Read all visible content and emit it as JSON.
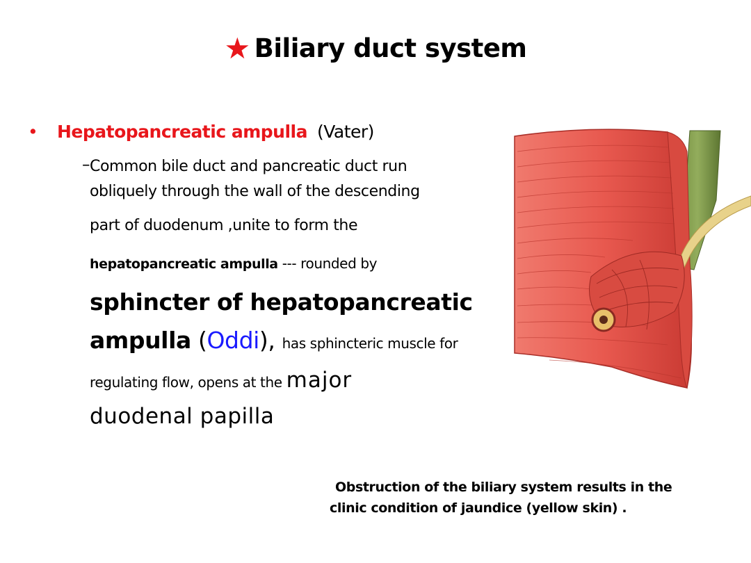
{
  "slide": {
    "title": "Biliary duct system",
    "star_icon_color": "#e8161b",
    "bullet": {
      "marker": "•",
      "term": "Hepatopancreatic ampulla",
      "paren": "(Vater)"
    },
    "sub": {
      "dash": "–",
      "line1": "Common bile duct and pancreatic duct run",
      "line2": "obliquely through the wall of the descending",
      "line3": "part of duodenum  ,unite to form the",
      "line4_bold": "hepatopancreatic ampulla",
      "line4_rest": " --- rounded by",
      "line5": "sphincter of hepatopancreatic",
      "line6_bold": "ampulla",
      "line6_open": " (",
      "line6_blue": "Oddi",
      "line6_close": "), ",
      "line6_small": "has sphincteric muscle for",
      "line7_small": "regulating flow, opens at the ",
      "line7_big": "major",
      "line8": "duodenal papilla"
    },
    "note": {
      "line1": "Obstruction of the biliary system results in the",
      "line2": "clinic condition of jaundice (yellow skin) ."
    },
    "colors": {
      "accent_red": "#e8161b",
      "link_blue": "#1a1aff",
      "muscle_red": "#e8594f",
      "bile_duct_green": "#7f9a4a",
      "pancreatic_duct_yellow": "#e8d28a"
    }
  }
}
